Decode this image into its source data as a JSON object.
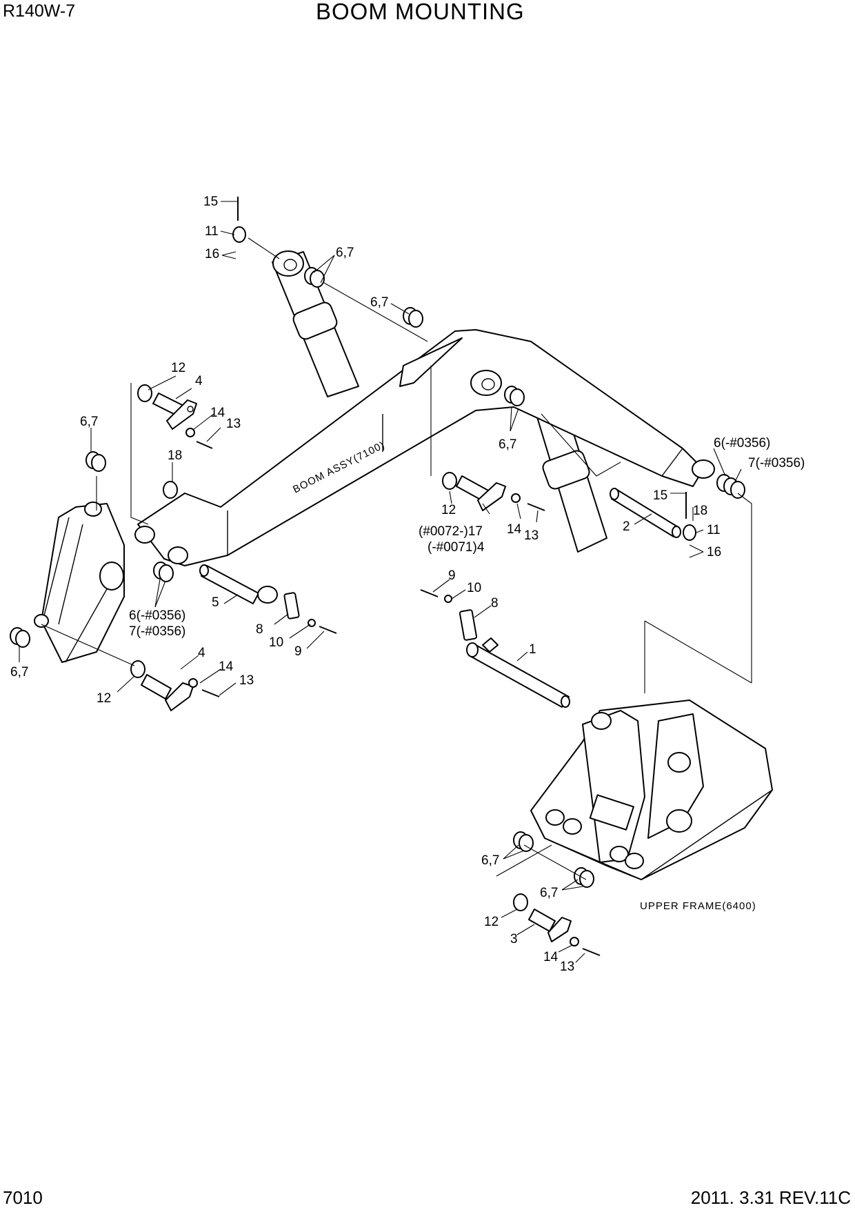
{
  "header": {
    "model": "R140W-7",
    "title": "BOOM MOUNTING"
  },
  "footer": {
    "page_number": "7010",
    "revision": "2011. 3.31 REV.11C"
  },
  "assembly_labels": {
    "boom_assy": "BOOM ASSY(7100)",
    "upper_frame": "UPPER FRAME(6400)"
  },
  "callouts": {
    "c15a": "15",
    "c11a": "11",
    "c16a": "16",
    "c67a": "6,7",
    "c67b": "6,7",
    "c12a": "12",
    "c4a": "4",
    "c14a": "14",
    "c13a": "13",
    "c67c": "6,7",
    "c18a": "18",
    "c67d": "6,7",
    "c6n": "6(-#0356)",
    "c7n": "7(-#0356)",
    "c12b": "12",
    "c17": "(#0072-)17",
    "c4b": "(-#0071)4",
    "c14b": "14",
    "c13b": "13",
    "c15b": "15",
    "c18b": "18",
    "c2": "2",
    "c11b": "11",
    "c16b": "16",
    "c6l": "6(-#0356)",
    "c7l": "7(-#0356)",
    "c5": "5",
    "c8a": "8",
    "c10a": "10",
    "c9a": "9",
    "c9b": "9",
    "c10b": "10",
    "c8b": "8",
    "c1": "1",
    "c67e": "6,7",
    "c4c": "4",
    "c14c": "14",
    "c13c": "13",
    "c12c": "12",
    "c67f": "6,7",
    "c67g": "6,7",
    "c12d": "12",
    "c3": "3",
    "c14d": "14",
    "c13d": "13"
  }
}
